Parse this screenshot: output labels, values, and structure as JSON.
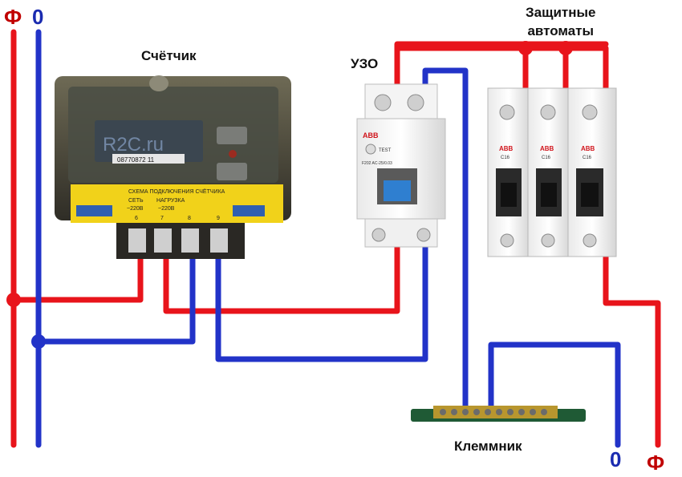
{
  "labels": {
    "phase_left": "Ф",
    "neutral_left": "0",
    "meter": "Счётчик",
    "rcd": "УЗО",
    "breakers": "Защитные\nавтоматы",
    "terminal_block": "Клеммник",
    "neutral_right": "0",
    "phase_right": "Ф"
  },
  "meter": {
    "watermark": "R2C.ru",
    "serial": "08770872 11",
    "terminal_header": "СХЕМА ПОДКЛЮЧЕНИЯ СЧЁТЧИКА",
    "label_net": "СЕТЬ",
    "label_net_voltage": "~220В",
    "label_load": "НАГРУЗКА",
    "label_load_voltage": "~220В",
    "terminal_numbers": [
      "6",
      "7",
      "8",
      "9"
    ]
  },
  "rcd_device": {
    "brand": "ABB",
    "test_label": "TEST",
    "model": "F202 AC-25/0.03"
  },
  "breaker_devices": [
    {
      "brand": "ABB",
      "rating": "C16"
    },
    {
      "brand": "ABB",
      "rating": "C16"
    },
    {
      "brand": "ABB",
      "rating": "C16"
    }
  ],
  "colors": {
    "phase_wire": "#e8141b",
    "neutral_wire": "#2233c8",
    "phase_text": "#c00000",
    "neutral_text": "#1a2bb0"
  }
}
